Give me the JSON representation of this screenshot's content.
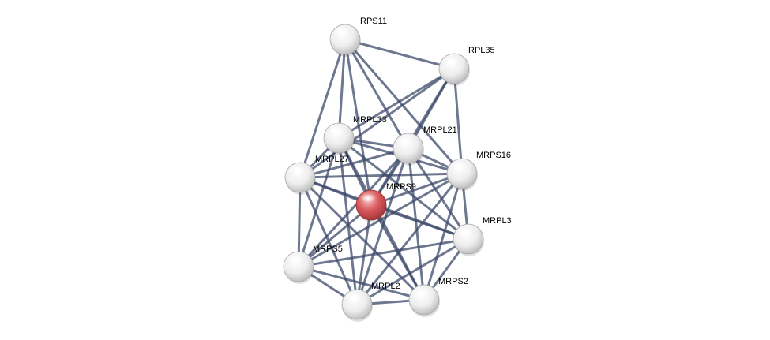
{
  "network": {
    "nodes": [
      {
        "id": "RPS11",
        "label": "RPS11",
        "highlight": false
      },
      {
        "id": "RPL35",
        "label": "RPL35",
        "highlight": false
      },
      {
        "id": "MRPL33",
        "label": "MRPL33",
        "highlight": false
      },
      {
        "id": "MRPL21",
        "label": "MRPL21",
        "highlight": false
      },
      {
        "id": "MRPS16",
        "label": "MRPS16",
        "highlight": false
      },
      {
        "id": "MRPL27",
        "label": "MRPL27",
        "highlight": false
      },
      {
        "id": "MRPS9",
        "label": "MRPS9",
        "highlight": true
      },
      {
        "id": "MRPL3",
        "label": "MRPL3",
        "highlight": false
      },
      {
        "id": "MRPS5",
        "label": "MRPS5",
        "highlight": false
      },
      {
        "id": "MRPL2",
        "label": "MRPL2",
        "highlight": false
      },
      {
        "id": "MRPS2",
        "label": "MRPS2",
        "highlight": false
      }
    ],
    "edges": [
      [
        "RPS11",
        "RPL35"
      ],
      [
        "RPS11",
        "MRPL33"
      ],
      [
        "RPS11",
        "MRPL21"
      ],
      [
        "RPS11",
        "MRPS16"
      ],
      [
        "RPS11",
        "MRPL27"
      ],
      [
        "RPS11",
        "MRPS9"
      ],
      [
        "RPL35",
        "MRPL33"
      ],
      [
        "RPL35",
        "MRPL21"
      ],
      [
        "RPL35",
        "MRPS16"
      ],
      [
        "RPL35",
        "MRPL27"
      ],
      [
        "RPL35",
        "MRPS9"
      ],
      [
        "MRPL33",
        "MRPL21"
      ],
      [
        "MRPL33",
        "MRPS16"
      ],
      [
        "MRPL33",
        "MRPL27"
      ],
      [
        "MRPL33",
        "MRPS9"
      ],
      [
        "MRPL33",
        "MRPL3"
      ],
      [
        "MRPL33",
        "MRPS5"
      ],
      [
        "MRPL33",
        "MRPL2"
      ],
      [
        "MRPL33",
        "MRPS2"
      ],
      [
        "MRPL21",
        "MRPS16"
      ],
      [
        "MRPL21",
        "MRPL27"
      ],
      [
        "MRPL21",
        "MRPS9"
      ],
      [
        "MRPL21",
        "MRPL3"
      ],
      [
        "MRPL21",
        "MRPS5"
      ],
      [
        "MRPL21",
        "MRPL2"
      ],
      [
        "MRPL21",
        "MRPS2"
      ],
      [
        "MRPS16",
        "MRPL27"
      ],
      [
        "MRPS16",
        "MRPS9"
      ],
      [
        "MRPS16",
        "MRPL3"
      ],
      [
        "MRPS16",
        "MRPS5"
      ],
      [
        "MRPS16",
        "MRPL2"
      ],
      [
        "MRPS16",
        "MRPS2"
      ],
      [
        "MRPL27",
        "MRPS9"
      ],
      [
        "MRPL27",
        "MRPL3"
      ],
      [
        "MRPL27",
        "MRPS5"
      ],
      [
        "MRPL27",
        "MRPL2"
      ],
      [
        "MRPL27",
        "MRPS2"
      ],
      [
        "MRPS9",
        "MRPL3"
      ],
      [
        "MRPS9",
        "MRPS5"
      ],
      [
        "MRPS9",
        "MRPL2"
      ],
      [
        "MRPS9",
        "MRPS2"
      ],
      [
        "MRPL3",
        "MRPS5"
      ],
      [
        "MRPL3",
        "MRPL2"
      ],
      [
        "MRPL3",
        "MRPS2"
      ],
      [
        "MRPS5",
        "MRPL2"
      ],
      [
        "MRPS5",
        "MRPS2"
      ],
      [
        "MRPL2",
        "MRPS2"
      ]
    ],
    "colors": {
      "edge": "#3d4a6b",
      "node": "#e2e2e2",
      "highlight": "#d9595c",
      "background": "#ffffff"
    }
  }
}
